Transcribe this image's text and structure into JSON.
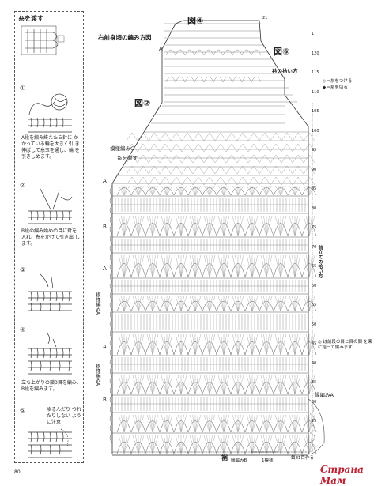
{
  "panel": {
    "title": "糸を渡す",
    "steps": [
      {
        "num": "①",
        "text": "A段を編み終えたら針に かかっている輪を大きく引 き伸ばして糸玉を通し、輪 を引きしめます。"
      },
      {
        "num": "②",
        "text": "B段の編み始めの目に針を 入れ、糸をかけて引き出 します。"
      },
      {
        "num": "③",
        "text": ""
      },
      {
        "num": "④",
        "text": "立ち上がりの鎖3目を編み、 B段を編みます。"
      },
      {
        "num": "⑤",
        "text": "ゆるんだり つれたりしない ように注意"
      }
    ]
  },
  "diagram": {
    "title": "右前身頃の編み方図",
    "fig4": "図④",
    "fig2": "図②",
    "fig6": "図⑥",
    "collar": "衿の拾い方",
    "legend_join": "◇＝糸をつける",
    "legend_cut": "◆＝糸を切る",
    "pattern_c": "模様編みC",
    "cross_yarn": "糸を渡す",
    "pattern_a1": "模様編みA",
    "pattern_a2": "模様編みA",
    "pattern_b": "縁編みB",
    "one_pattern": "1模様",
    "make_b1": "鎖81目作る",
    "hem": "裾",
    "border_a": "縁編みA",
    "front_pickup": "前立ての拾い方",
    "note": "◎ は前段の目と目の間 を束に拾って編みます",
    "sides": [
      "A",
      "A",
      "B",
      "A",
      "A",
      "B"
    ],
    "row_numbers": [
      "21",
      "25",
      "30",
      "35",
      "40",
      "45",
      "50",
      "55",
      "60",
      "65",
      "70",
      "75",
      "80",
      "85",
      "90",
      "95",
      "100",
      "105",
      "110",
      "115",
      "120",
      "1"
    ]
  },
  "page": {
    "number": "80"
  },
  "watermark": "Страна Мам"
}
